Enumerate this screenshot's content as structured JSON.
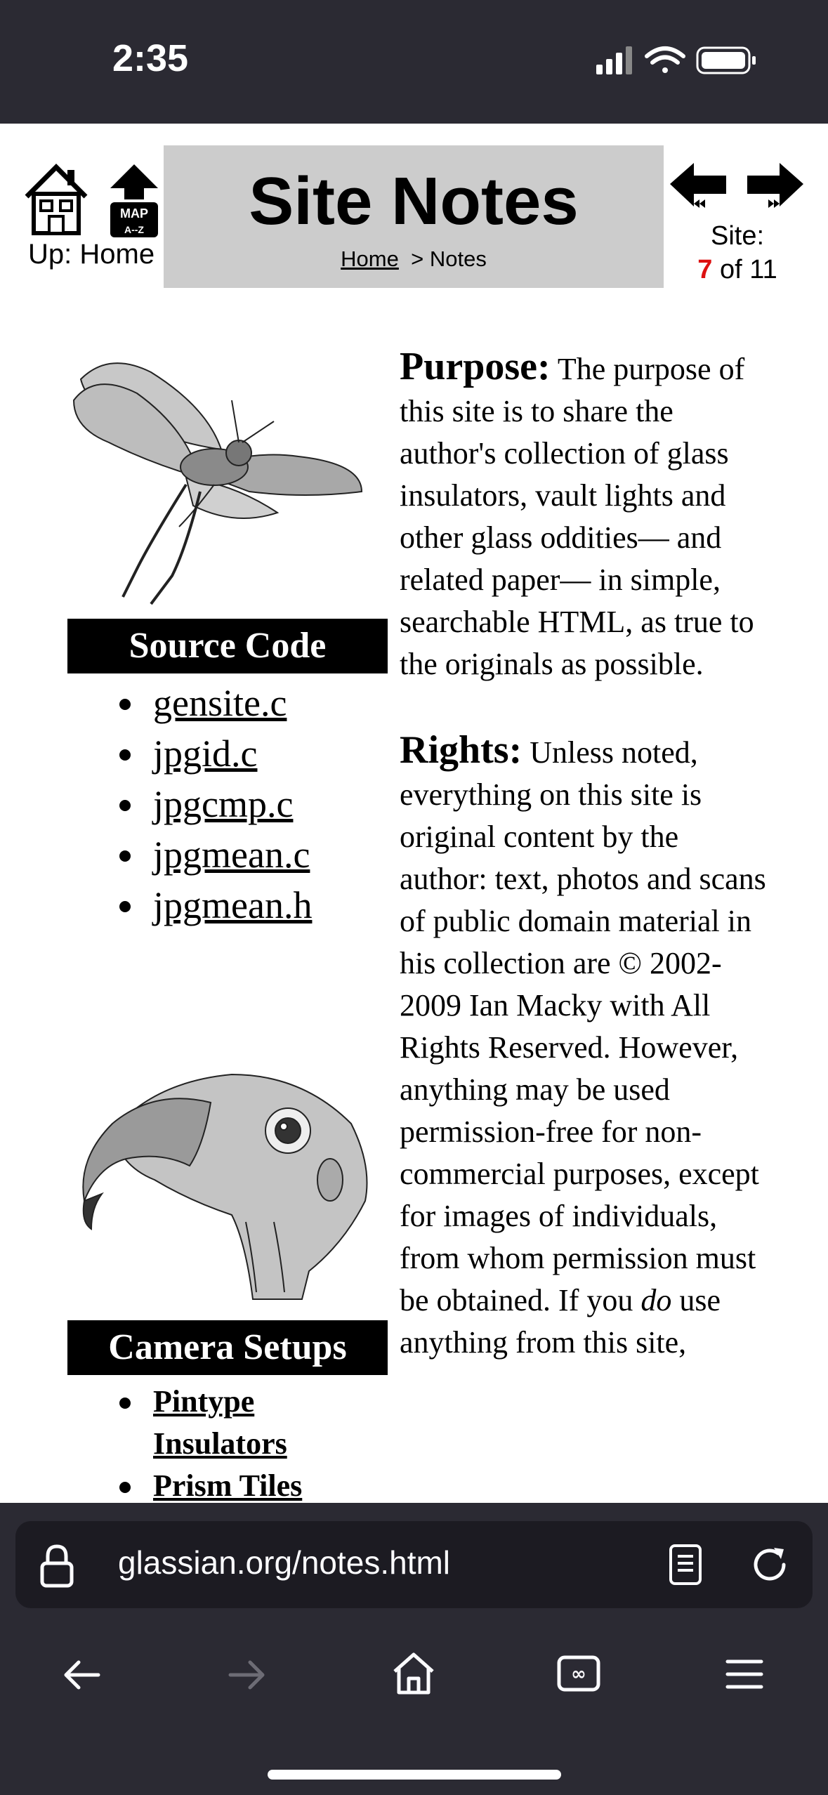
{
  "status_bar": {
    "time": "2:35"
  },
  "header": {
    "up_label": "Up: Home",
    "map_icon_text": "MAP",
    "map_icon_sub": "A--Z",
    "title": "Site Notes",
    "breadcrumb_home": "Home",
    "breadcrumb_sep": ">",
    "breadcrumb_current": "Notes",
    "site_label": "Site:",
    "site_index": "7",
    "site_of": "of 11"
  },
  "left": {
    "source_heading": "Source Code",
    "source_files": [
      "gensite.c",
      "jpgid.c",
      "jpgcmp.c",
      "jpgmean.c",
      "jpgmean.h"
    ],
    "camera_heading": "Camera Setups",
    "camera_items": [
      "Pintype Insulators",
      "Prism Tiles"
    ]
  },
  "right": {
    "purpose_heading": "Purpose:",
    "purpose_text": "The purpose of this site is to share the author's collection of glass insulators, vault lights and other glass oddities— and related paper— in simple, searchable HTML, as true to the originals as possible.",
    "rights_heading": "Rights:",
    "rights_text_1": "Unless noted, everything on this site is original content by the author: text, photos and scans of public domain material in his collection are © 2002-2009 Ian Macky with All Rights Reserved. However, anything may be used permission-free for non-commercial purposes, except for images of individuals, from whom permission must be obtained. If you",
    "rights_em": "do",
    "rights_text_2": "use anything from this site,"
  },
  "browser": {
    "url": "glassian.org/notes.html"
  }
}
